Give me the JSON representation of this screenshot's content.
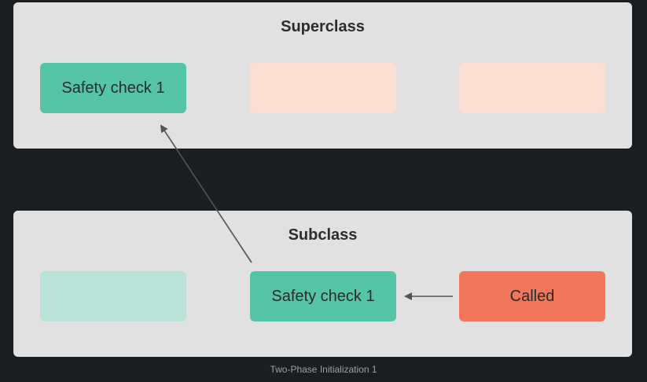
{
  "superclass": {
    "title": "Superclass",
    "boxes": [
      {
        "label": "Safety check 1",
        "color": "#55c4a7"
      },
      {
        "label": "",
        "color": "#fde0d3"
      },
      {
        "label": "",
        "color": "#fde0d3"
      }
    ]
  },
  "subclass": {
    "title": "Subclass",
    "boxes": [
      {
        "label": "",
        "color": "#b9e2d8"
      },
      {
        "label": "Safety check 1",
        "color": "#55c4a7"
      },
      {
        "label": "Called",
        "color": "#f2765a"
      }
    ]
  },
  "caption": "Two-Phase Initialization 1",
  "colors": {
    "background": "#1b1e21",
    "panel": "#e1e1e1",
    "arrow": "#555555"
  }
}
